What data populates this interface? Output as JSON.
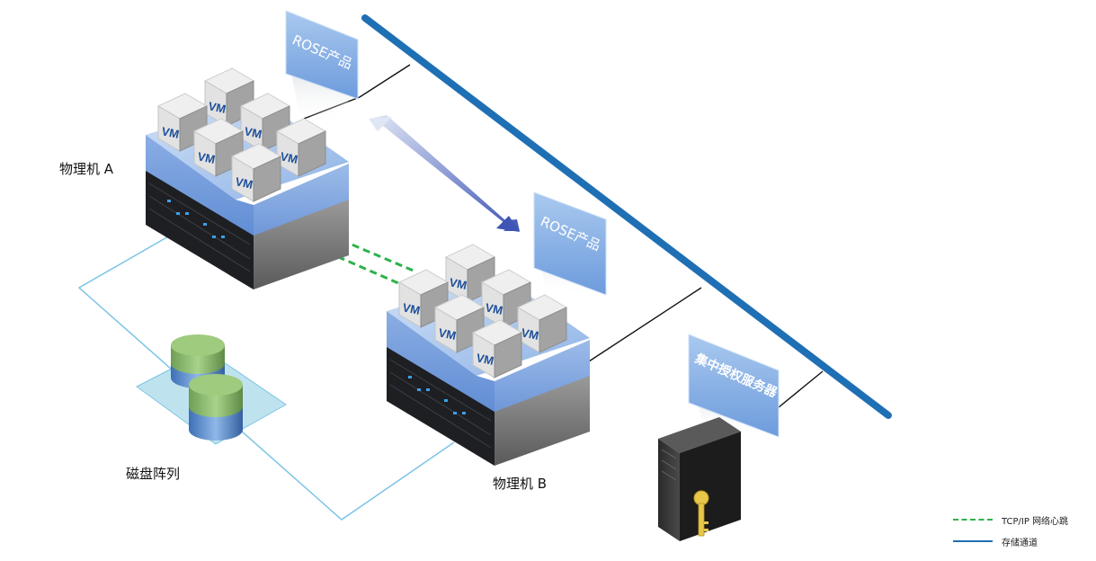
{
  "nodes": {
    "machine_a": "物理机 A",
    "machine_b": "物理机 B",
    "disk_array": "磁盘阵列",
    "rose_product_a": "ROSE产品",
    "rose_product_b": "ROSE产品",
    "license_server": "集中授权服务器"
  },
  "vm_label": "VM",
  "legend": {
    "heartbeat": "TCP/IP 网络心跳",
    "storage": "存储通道"
  },
  "colors": {
    "heartbeat": "#2db24a",
    "storage": "#1f6fb4",
    "disk_link": "#7cc4e6",
    "rack_blue": "#8fb3e6",
    "server_gray": "#6a6a6a"
  }
}
